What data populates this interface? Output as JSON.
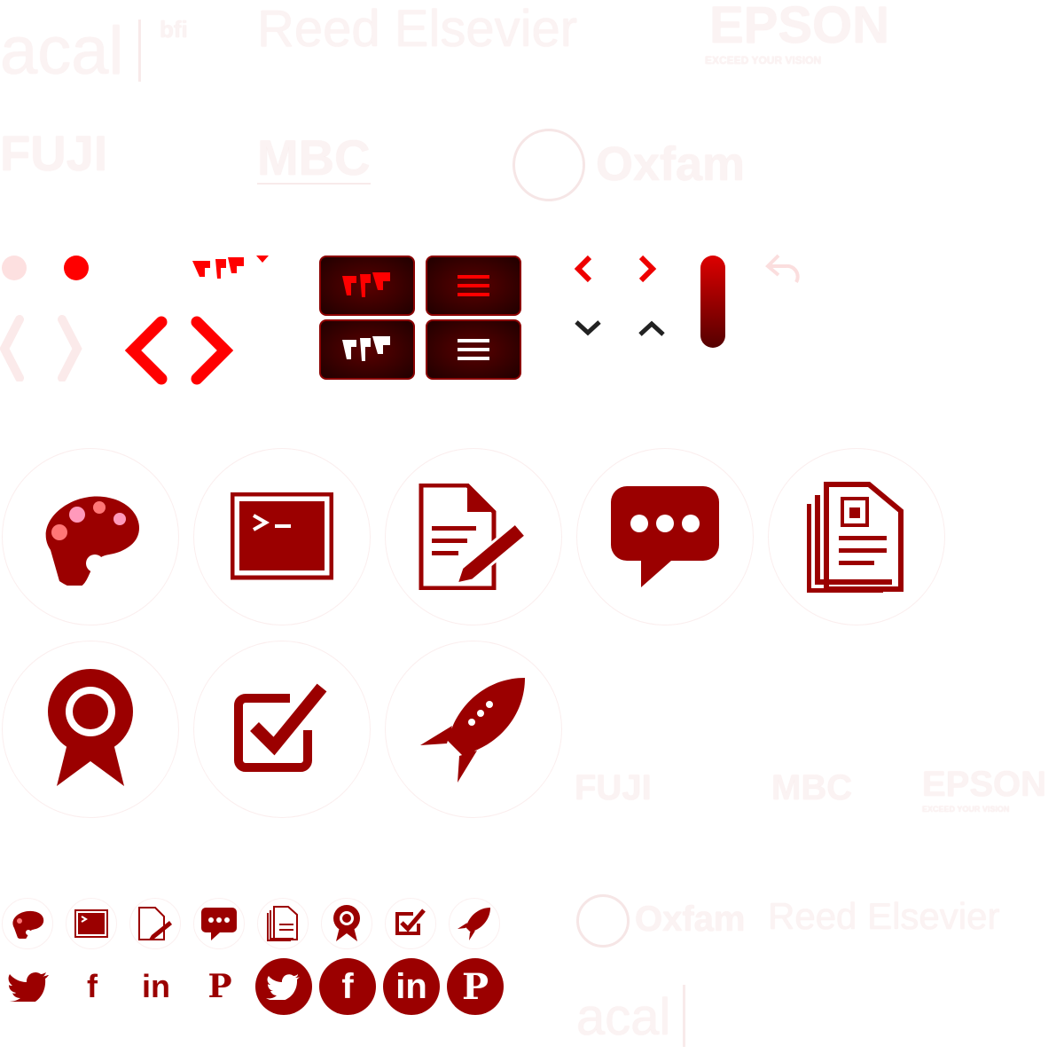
{
  "logos": {
    "acal": "acal",
    "bfi": "bfi",
    "reed": "Reed Elsevier",
    "epson": "EPSON",
    "epson_tag": "EXCEED YOUR VISION",
    "fuji": "FUJI",
    "mbc": "MBC",
    "oxfam": "Oxfam"
  },
  "social": {
    "facebook": "f",
    "linkedin": "in",
    "pinterest": "P"
  },
  "colors": {
    "accent": "#9b0000",
    "bright": "#ff0000"
  }
}
